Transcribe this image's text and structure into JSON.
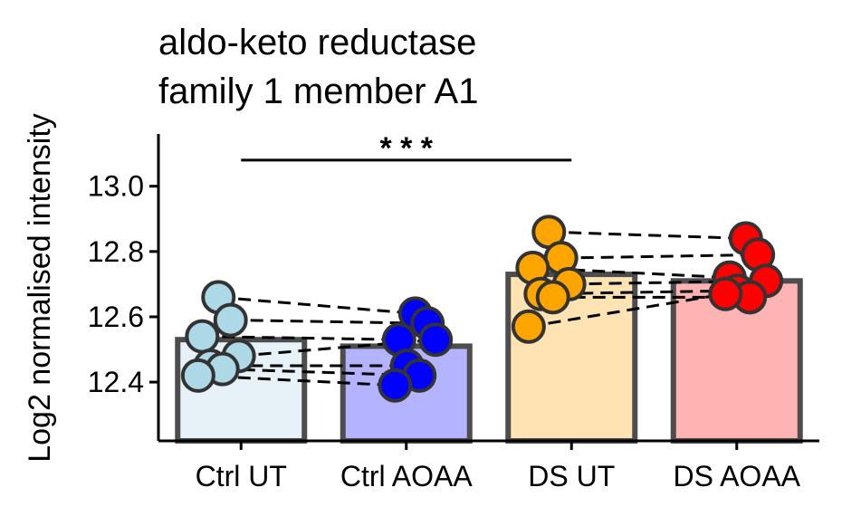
{
  "chart_data": {
    "type": "bar",
    "title_lines": [
      "aldo-keto reductase",
      "family 1 member A1"
    ],
    "ylabel": "Log2 normalised intensity",
    "xlabel": "",
    "categories": [
      "Ctrl UT",
      "Ctrl AOAA",
      "DS UT",
      "DS AOAA"
    ],
    "values": [
      12.53,
      12.51,
      12.73,
      12.71
    ],
    "bar_fill_colors": [
      "#e6f1f8",
      "#b3b3ff",
      "#ffe3b3",
      "#ffb3b3"
    ],
    "point_colors": [
      "#add8e6",
      "#0000ff",
      "#ffa500",
      "#ff0000"
    ],
    "bar_outline_color": "#4d4d4d",
    "ylim": [
      12.22,
      13.16
    ],
    "yticks": [
      12.4,
      12.6,
      12.8,
      13.0
    ],
    "ytick_labels": [
      "12.4",
      "12.6",
      "12.8",
      "13.0"
    ],
    "points": [
      [
        12.66,
        12.59,
        12.54,
        12.48,
        12.45,
        12.44,
        12.42
      ],
      [
        12.61,
        12.58,
        12.53,
        12.53,
        12.45,
        12.42,
        12.39
      ],
      [
        12.86,
        12.78,
        12.75,
        12.7,
        12.67,
        12.66,
        12.57
      ],
      [
        12.84,
        12.79,
        12.72,
        12.71,
        12.68,
        12.66,
        12.67
      ]
    ],
    "pairs": [
      [
        12.66,
        12.61,
        12.86,
        12.84
      ],
      [
        12.59,
        12.58,
        12.78,
        12.79
      ],
      [
        12.54,
        12.53,
        12.75,
        12.72
      ],
      [
        12.48,
        12.53,
        12.7,
        12.71
      ],
      [
        12.45,
        12.45,
        12.67,
        12.68
      ],
      [
        12.44,
        12.42,
        12.66,
        12.66
      ],
      [
        12.42,
        12.39,
        12.57,
        12.67
      ]
    ],
    "significance": {
      "from": "Ctrl UT",
      "to": "DS UT",
      "y": 13.08,
      "label": "* * *"
    },
    "grid": false,
    "legend": "none"
  }
}
